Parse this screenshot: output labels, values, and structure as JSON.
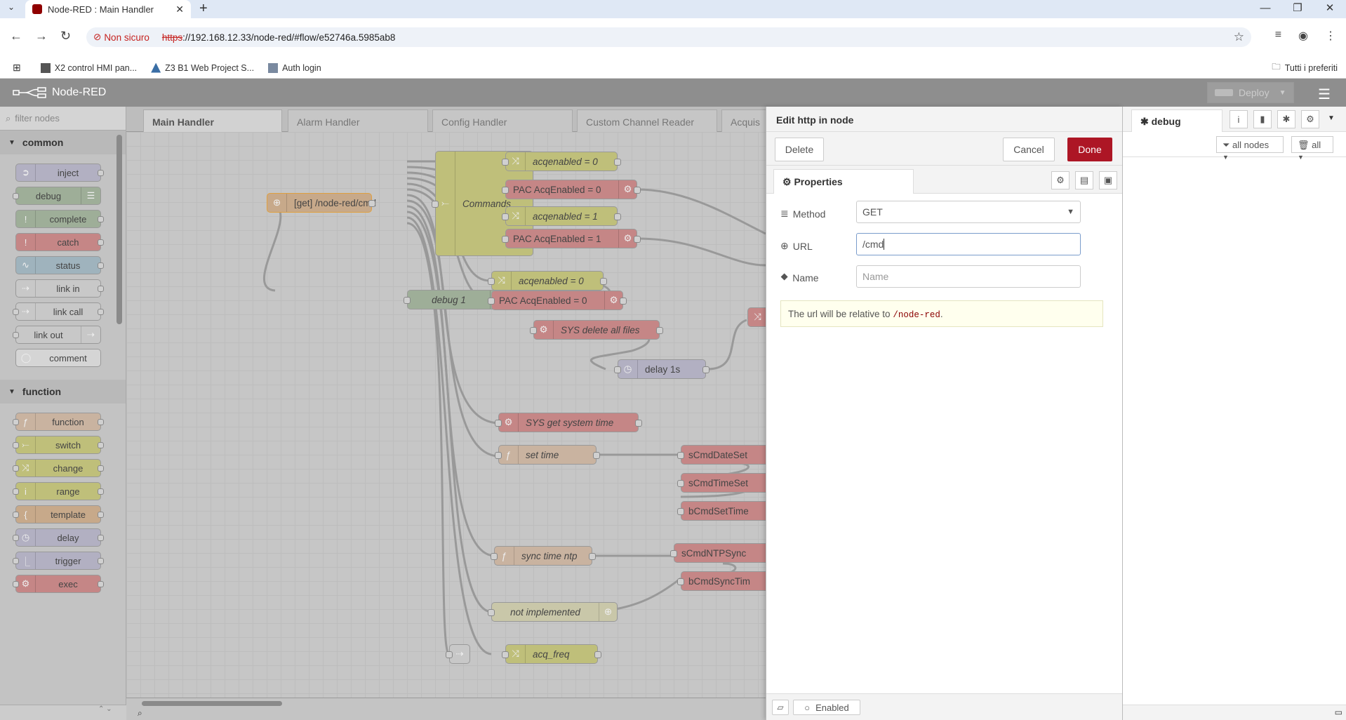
{
  "browser": {
    "tab_title": "Node-RED : Main Handler",
    "security_label": "Non sicuro",
    "url_scheme": "https",
    "url_rest": "://192.168.12.33/node-red/#flow/e52746a.5985ab8",
    "bookmarks": [
      "X2 control HMI pan...",
      "Z3 B1 Web Project S...",
      "Auth login"
    ],
    "all_bookmarks": "Tutti i preferiti"
  },
  "header": {
    "app_name": "Node-RED",
    "deploy_label": "Deploy"
  },
  "palette": {
    "filter_placeholder": "filter nodes",
    "categories": [
      {
        "name": "common",
        "nodes": [
          "inject",
          "debug",
          "complete",
          "catch",
          "status",
          "link in",
          "link call",
          "link out",
          "comment"
        ]
      },
      {
        "name": "function",
        "nodes": [
          "function",
          "switch",
          "change",
          "range",
          "template",
          "delay",
          "trigger",
          "exec"
        ]
      }
    ]
  },
  "workspace": {
    "tabs": [
      "Main Handler",
      "Alarm Handler",
      "Config Handler",
      "Custom Channel Reader",
      "Acquis"
    ],
    "nodes": {
      "http_in": "[get] /node-red/cmd",
      "commands": "Commands",
      "debug1": "debug 1",
      "acq0a": "acqenabled = 0",
      "pac0a": "PAC AcqEnabled = 0",
      "acq1": "acqenabled = 1",
      "pac1": "PAC AcqEnabled = 1",
      "acq0b": "acqenabled = 0",
      "pac0b": "PAC AcqEnabled = 0",
      "sysdel": "SYS delete all files",
      "delay1": "delay 1s",
      "sysget": "SYS get system time",
      "settime": "set time",
      "sdate": "sCmdDateSet",
      "stime": "sCmdTimeSet",
      "bset": "bCmdSetTime",
      "syncntp": "sync time ntp",
      "sntp": "sCmdNTPSync",
      "bsync": "bCmdSyncTim",
      "notimpl": "not implemented",
      "acqfreq": "acq_freq"
    }
  },
  "editor": {
    "title": "Edit http in node",
    "delete_label": "Delete",
    "cancel_label": "Cancel",
    "done_label": "Done",
    "properties_tab": "Properties",
    "method_label": "Method",
    "method_value": "GET",
    "url_label": "URL",
    "url_value": "/cmd",
    "name_label": "Name",
    "name_placeholder": "Name",
    "tip_text": "The url will be relative to",
    "tip_code": "/node-red",
    "tip_end": ".",
    "enabled_label": "Enabled"
  },
  "sidebar": {
    "tab_label": "debug",
    "filter_label": "all nodes",
    "clear_label": "all"
  },
  "colors": {
    "done": "#ad1625",
    "header": "#8e8e8e",
    "canvas": "#c6c6c6"
  }
}
